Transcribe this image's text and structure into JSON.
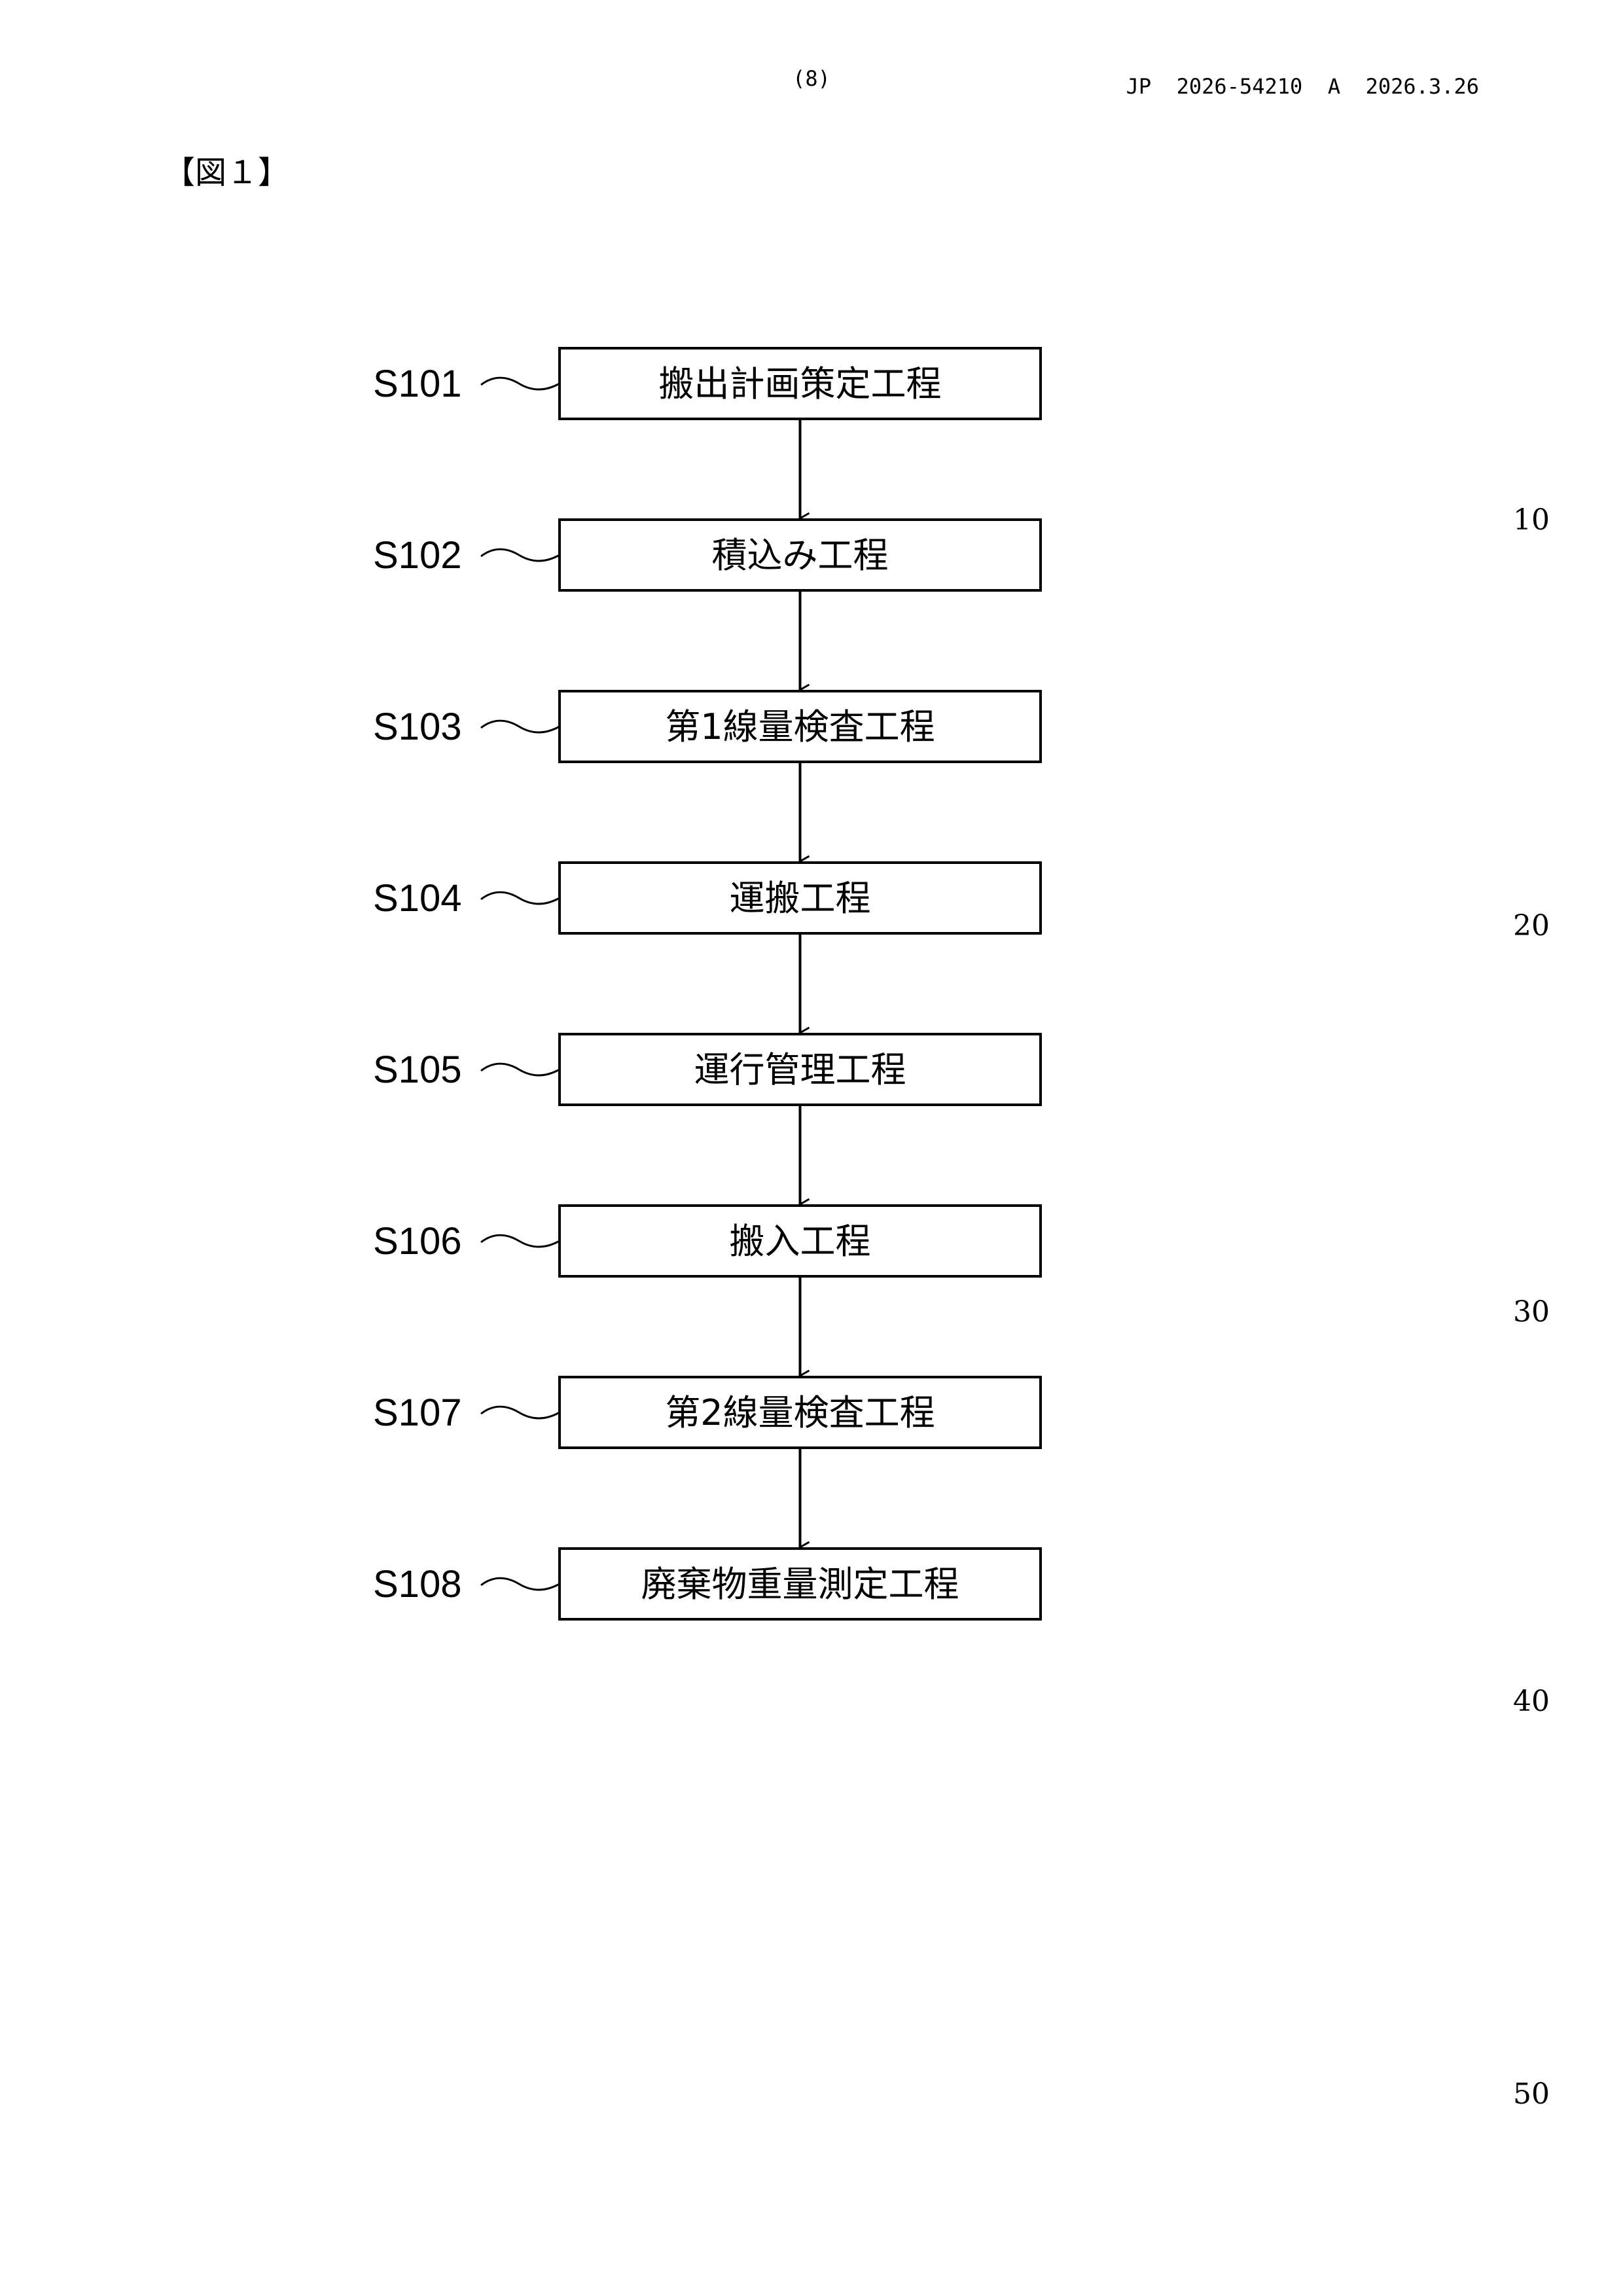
{
  "header": {
    "page_number": "(8)",
    "publication": "JP  2026-54210  A  2026.3.26"
  },
  "figure": {
    "label": "【図１】"
  },
  "line_numbers": [
    "10",
    "20",
    "30",
    "40",
    "50"
  ],
  "steps": [
    {
      "id": "S101",
      "text": "搬出計画策定工程"
    },
    {
      "id": "S102",
      "text": "積込み工程"
    },
    {
      "id": "S103",
      "text": "第1線量検査工程"
    },
    {
      "id": "S104",
      "text": "運搬工程"
    },
    {
      "id": "S105",
      "text": "運行管理工程"
    },
    {
      "id": "S106",
      "text": "搬入工程"
    },
    {
      "id": "S107",
      "text": "第2線量検査工程"
    },
    {
      "id": "S108",
      "text": "廃棄物重量測定工程"
    }
  ]
}
